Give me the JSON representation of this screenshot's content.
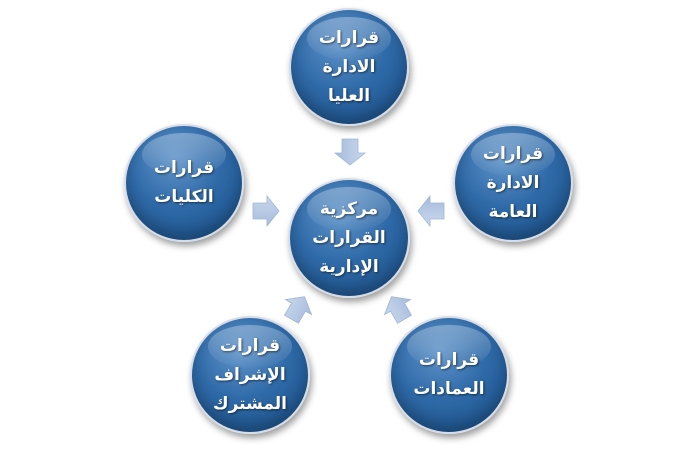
{
  "diagram": {
    "center": {
      "lines": [
        "مركزية",
        "القرارات",
        "الإدارية"
      ]
    },
    "satellites": {
      "top": {
        "lines": [
          "قرارات",
          "الادارة",
          "العليا"
        ]
      },
      "left": {
        "lines": [
          "قرارات",
          "الكليات"
        ]
      },
      "right": {
        "lines": [
          "قرارات",
          "الادارة",
          "العامة"
        ]
      },
      "bottom_left": {
        "lines": [
          "قرارات",
          "الإشراف",
          "المشترك"
        ]
      },
      "bottom_right": {
        "lines": [
          "قرارات",
          "العمادات"
        ]
      }
    },
    "colors": {
      "node_fill": "#2f6aa8",
      "node_border": "#d6dde6",
      "arrow_fill": "#b4c7e4",
      "text": "#ffffff"
    }
  }
}
